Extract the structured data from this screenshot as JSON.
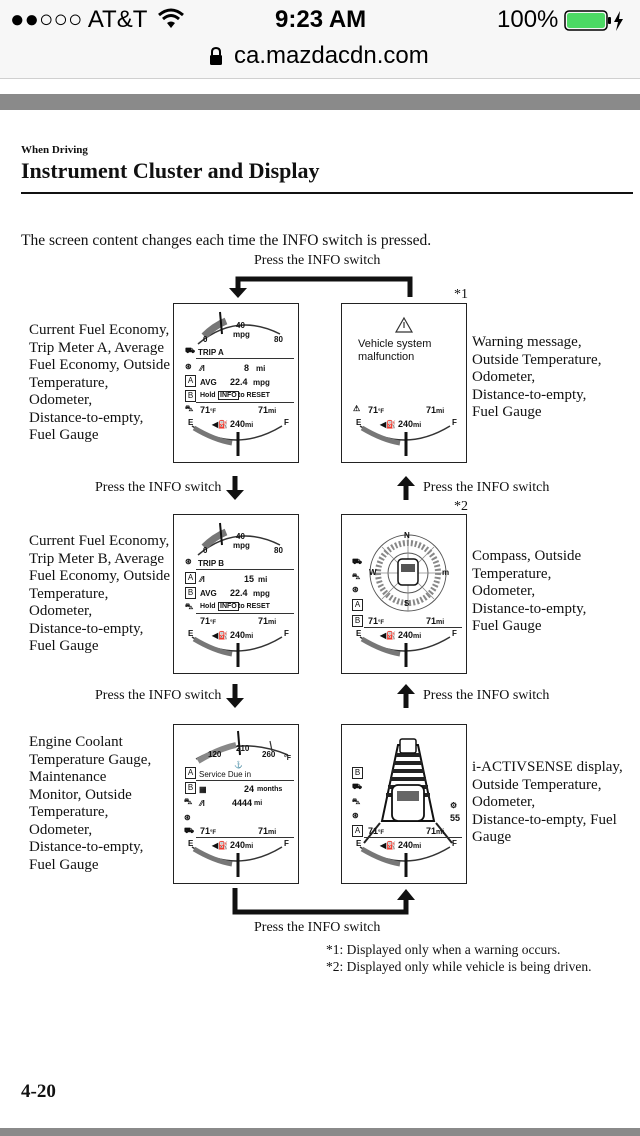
{
  "status": {
    "carrier": "●●○○○ AT&T",
    "time": "9:23 AM",
    "battery": "100%"
  },
  "browser": {
    "url": "ca.mazdacdn.com"
  },
  "doc": {
    "section": "When Driving",
    "title": "Instrument Cluster and Display",
    "intro": "The screen content changes each time the INFO switch is pressed.",
    "page_number": "4-20",
    "notes": [
      "*1: Displayed only when a warning occurs.",
      "*2: Displayed only while vehicle is being driven."
    ]
  },
  "labels": {
    "press": "Press the INFO switch",
    "star1": "*1",
    "star2": "*2"
  },
  "captions": {
    "left1": [
      "Current Fuel Economy,",
      "Trip Meter A, Average",
      "Fuel Economy, Outside",
      "Temperature,",
      "Odometer,",
      "Distance-to-empty,",
      "Fuel Gauge"
    ],
    "left2": [
      "Current Fuel Economy,",
      "Trip Meter B, Average",
      "Fuel Economy, Outside",
      "Temperature,",
      "Odometer,",
      "Distance-to-empty,",
      "Fuel Gauge"
    ],
    "left3": [
      "Engine Coolant",
      "Temperature Gauge,",
      "Maintenance",
      "Monitor, Outside",
      "Temperature,",
      "Odometer,",
      "Distance-to-empty,",
      "Fuel Gauge"
    ],
    "right1": [
      "Warning message,",
      "Outside Temperature,",
      "Odometer,",
      "Distance-to-empty,",
      "Fuel Gauge"
    ],
    "right2": [
      "Compass, Outside",
      "Temperature,",
      "Odometer,",
      "Distance-to-empty,",
      "Fuel Gauge"
    ],
    "right3": [
      "i-ACTIVSENSE display,",
      "Outside Temperature,",
      "Odometer,",
      "Distance-to-empty, Fuel",
      "Gauge"
    ]
  },
  "screens": {
    "common": {
      "temp": "71",
      "temp_unit": "°F",
      "odo": "71",
      "odo_unit": "mi",
      "dte": "240",
      "dte_unit": "mi",
      "E": "E",
      "F": "F"
    },
    "fuel_gauge": {
      "mid": "40",
      "low": "0",
      "high": "80",
      "unit": "mpg"
    },
    "tripA": {
      "title": "TRIP A",
      "trip": "8",
      "trip_unit": "mi",
      "avg_label": "AVG",
      "avg": "22.4",
      "avg_unit": "mpg",
      "hold": "Hold",
      "info": "INFO",
      "reset": "to RESET"
    },
    "tripB": {
      "title": "TRIP B",
      "trip": "15",
      "trip_unit": "mi",
      "avg_label": "AVG",
      "avg": "22.4",
      "avg_unit": "mpg",
      "hold": "Hold",
      "info": "INFO",
      "reset": "to RESET"
    },
    "warning": {
      "message_line1": "Vehicle system",
      "message_line2": "malfunction"
    },
    "compass": {
      "n": "N",
      "s": "S",
      "w": "W",
      "e": "m"
    },
    "coolant": {
      "low": "120",
      "mid": "210",
      "high": "260",
      "unit": "°F",
      "service": "Service Due in",
      "months": "24",
      "months_unit": "months",
      "miles": "4444",
      "miles_unit": "mi"
    },
    "activsense": {
      "speed": "55"
    },
    "side_letters": {
      "A": "A",
      "B": "B"
    }
  }
}
